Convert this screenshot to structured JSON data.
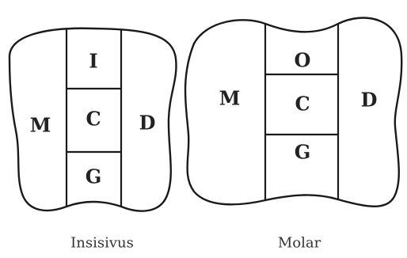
{
  "incisor": {
    "caption": "Insisivus",
    "labels": {
      "mesial": "M",
      "incisal": "I",
      "cervical": "C",
      "gingival": "G",
      "distal": "D"
    }
  },
  "molar": {
    "caption": "Molar",
    "labels": {
      "mesial": "M",
      "occlusal": "O",
      "cervical": "C",
      "gingival": "G",
      "distal": "D"
    }
  },
  "colors": {
    "line": "#1a1a1a",
    "fill": "#ffffff",
    "text": "#222222"
  }
}
